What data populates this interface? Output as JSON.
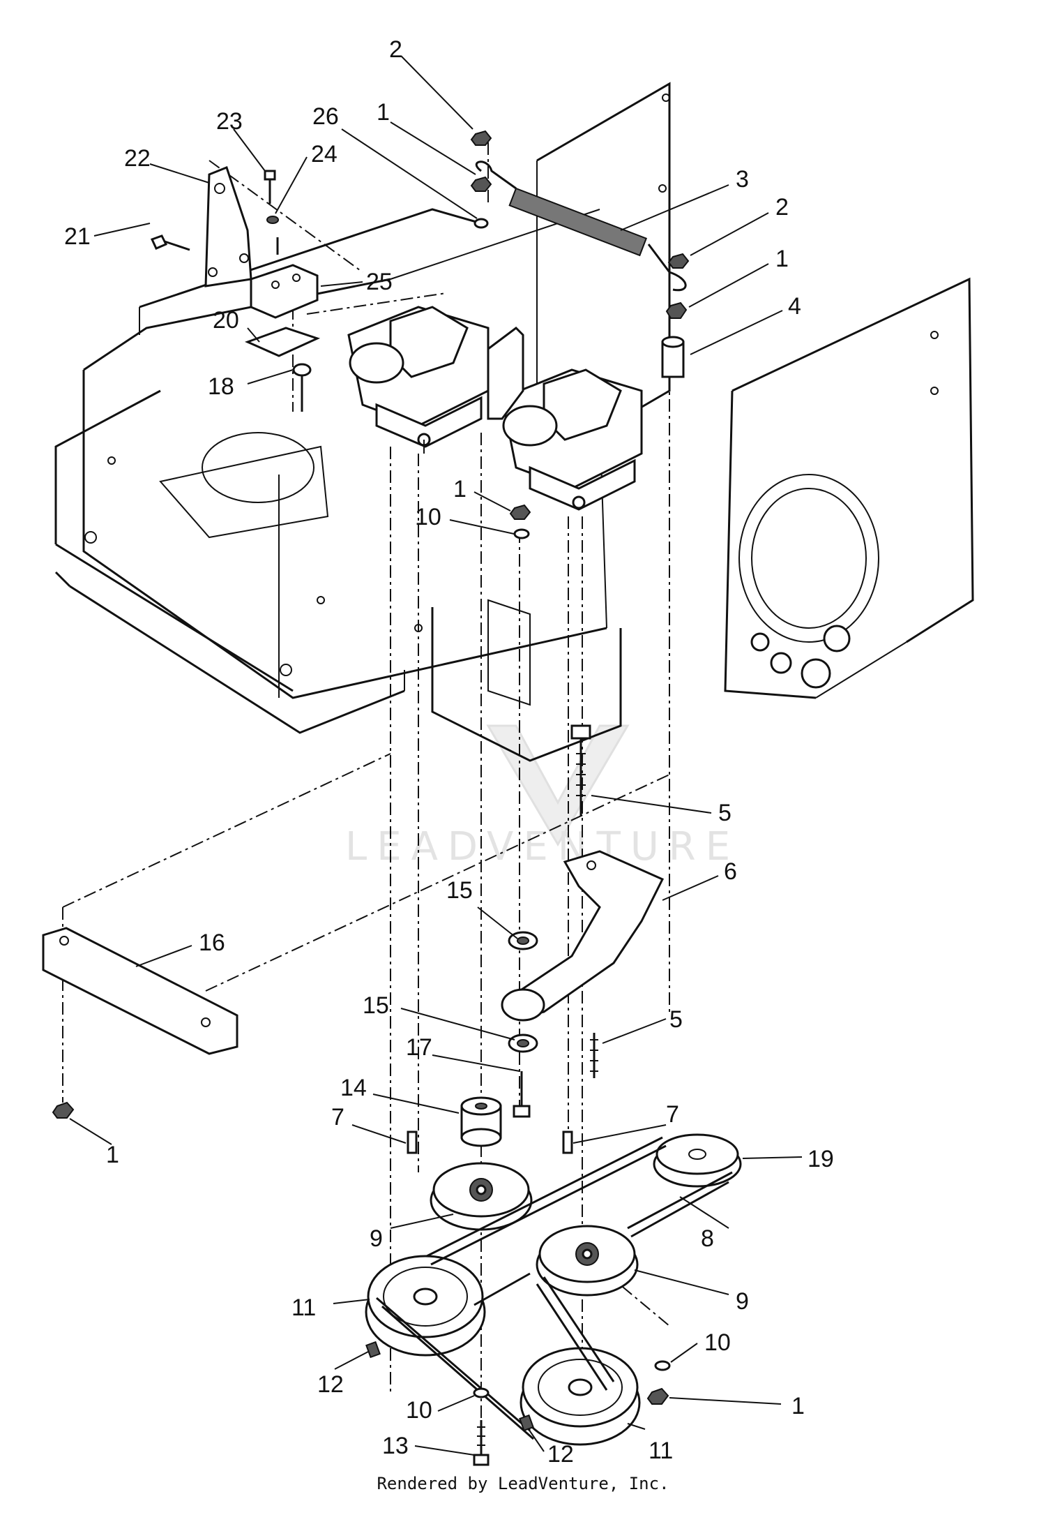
{
  "watermark": "LEADVENTURE",
  "footer": "Rendered by LeadVenture, Inc.",
  "callouts": [
    "1",
    "2",
    "3",
    "4",
    "5",
    "6",
    "7",
    "8",
    "9",
    "10",
    "11",
    "12",
    "13",
    "14",
    "15",
    "16",
    "17",
    "18",
    "19",
    "20",
    "21",
    "22",
    "23",
    "24",
    "25",
    "26"
  ]
}
